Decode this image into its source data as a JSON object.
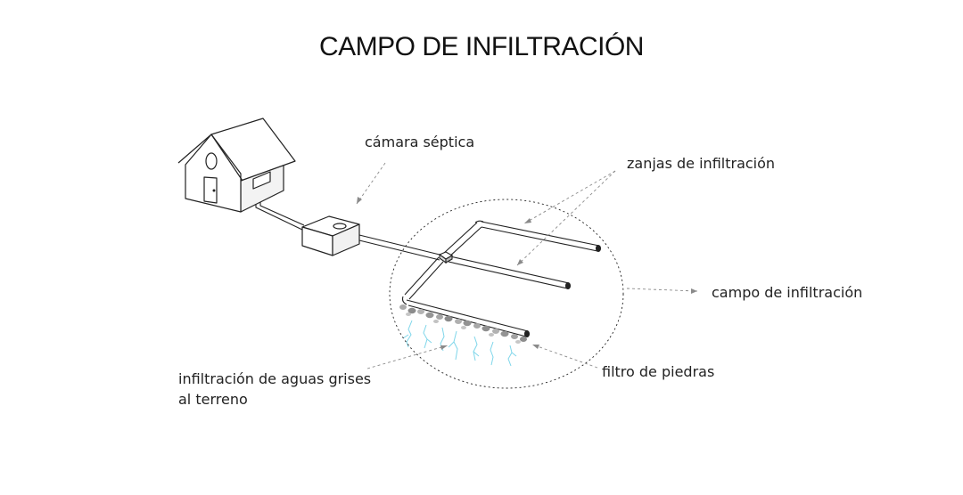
{
  "title": "CAMPO DE INFILTRACIÓN",
  "labels": {
    "camara_septica": "cámara séptica",
    "zanjas": "zanjas de infiltración",
    "campo": "campo de infiltración",
    "filtro": "filtro de piedras",
    "infiltracion_line1": "infiltración de aguas grises",
    "infiltracion_line2": "al terreno"
  },
  "colors": {
    "line": "#222222",
    "leader": "#8a8a8a",
    "water": "#7fd6ea",
    "stones": "#9a9a9a"
  }
}
